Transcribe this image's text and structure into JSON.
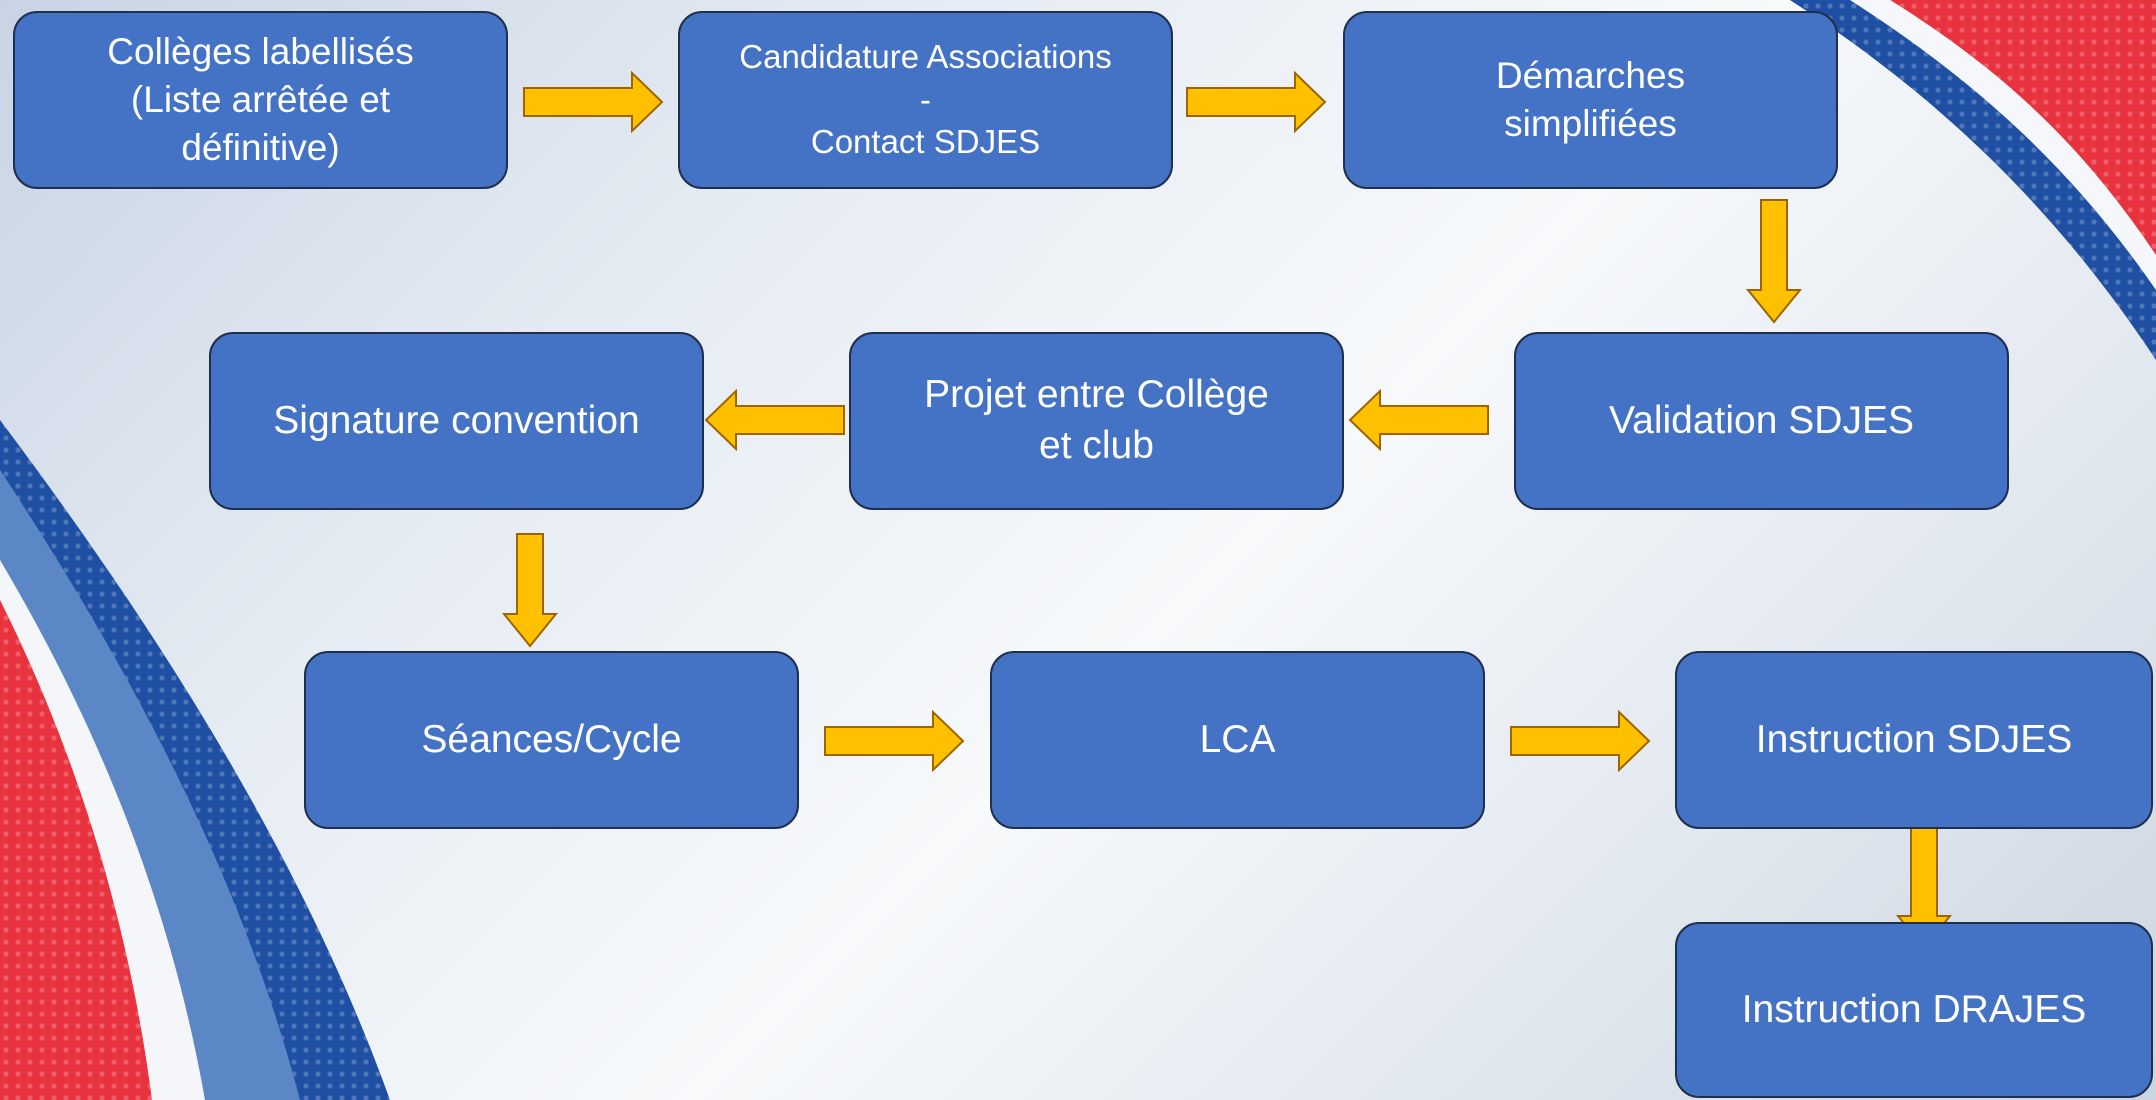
{
  "colors": {
    "box_fill": "#4472c4",
    "box_border": "#1f2f4d",
    "box_text": "#ffffff",
    "arrow_fill": "#ffc000",
    "arrow_stroke": "#9c6500",
    "swoosh_blue": "#1f4fa3",
    "swoosh_red": "#e8323e"
  },
  "steps": [
    {
      "id": "colleges",
      "label": "Collèges labellisés\n(Liste arrêtée et\ndéfinitive)"
    },
    {
      "id": "candidature",
      "label": "Candidature Associations\n-\nContact SDJES"
    },
    {
      "id": "demarches",
      "label": "Démarches\nsimplifiées"
    },
    {
      "id": "validation",
      "label": "Validation SDJES"
    },
    {
      "id": "projet",
      "label": "Projet entre Collège\net club"
    },
    {
      "id": "signature",
      "label": "Signature convention"
    },
    {
      "id": "seances",
      "label": "Séances/Cycle"
    },
    {
      "id": "lca",
      "label": "LCA"
    },
    {
      "id": "instruction-sdjes",
      "label": "Instruction SDJES"
    },
    {
      "id": "instruction-drajes",
      "label": "Instruction DRAJES"
    }
  ],
  "flow": [
    [
      "colleges",
      "candidature"
    ],
    [
      "candidature",
      "demarches"
    ],
    [
      "demarches",
      "validation"
    ],
    [
      "validation",
      "projet"
    ],
    [
      "projet",
      "signature"
    ],
    [
      "signature",
      "seances"
    ],
    [
      "seances",
      "lca"
    ],
    [
      "lca",
      "instruction-sdjes"
    ],
    [
      "instruction-sdjes",
      "instruction-drajes"
    ]
  ]
}
